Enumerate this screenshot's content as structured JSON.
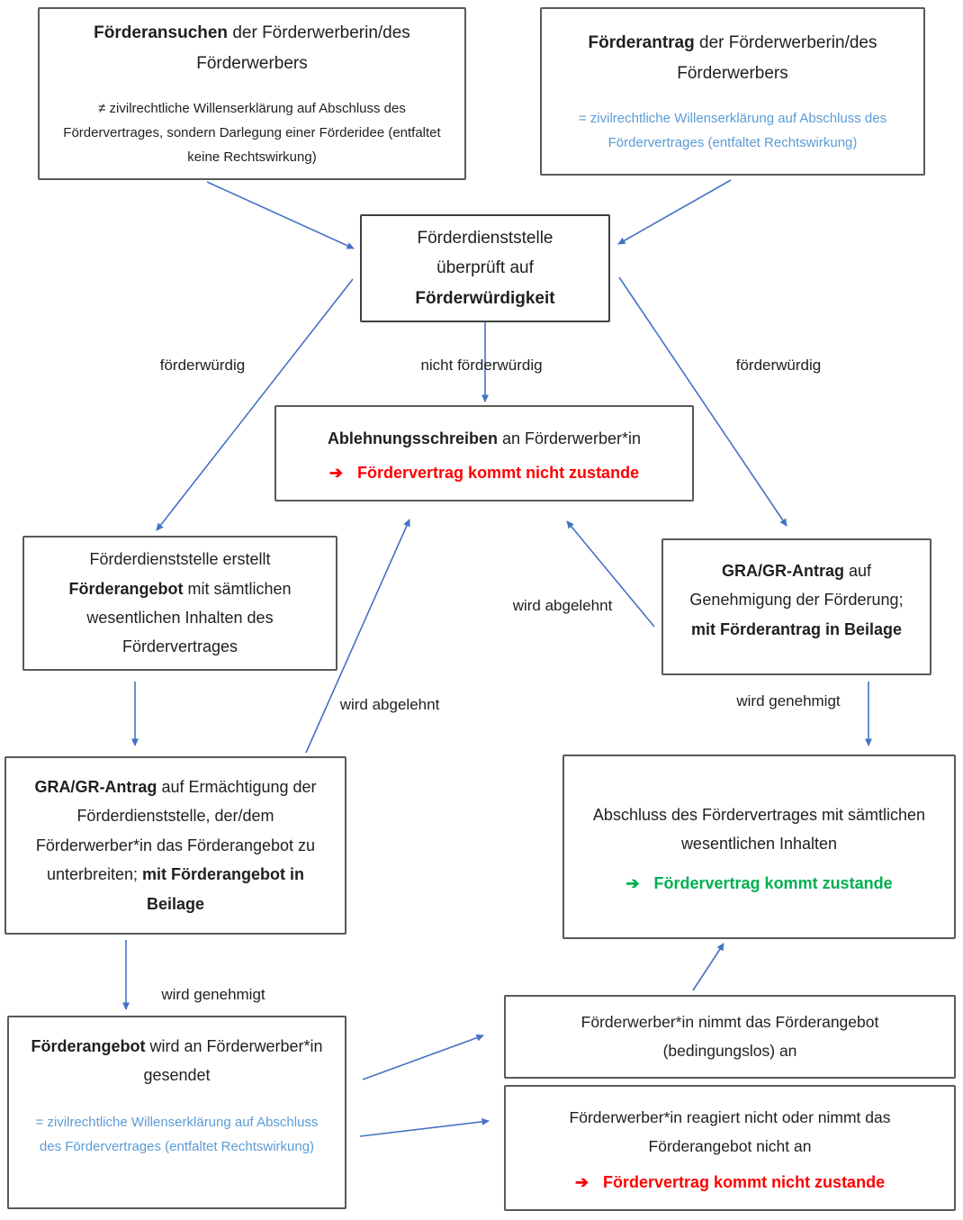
{
  "colors": {
    "arrow_blue": "#4472C4",
    "note_blue": "#5B9BD5",
    "alert_red": "#FF0000",
    "success_green": "#00B050",
    "box_border": "#595959"
  },
  "boxes": {
    "foerderansuchen": {
      "title_bold": "Förderansuchen",
      "title_rest": " der Förderwerberin/des Förderwerbers",
      "note": "≠ zivilrechtliche Willenserklärung auf Abschluss des Fördervertrages, sondern Darlegung einer Förderidee (entfaltet keine Rechtswirkung)"
    },
    "foerderantrag": {
      "title_bold": "Förderantrag",
      "title_rest": " der Förderwerberin/des Förderwerbers",
      "note": "= zivilrechtliche Willenserklärung auf Abschluss des Fördervertrages (entfaltet Rechtswirkung)"
    },
    "pruefung": {
      "line1": "Förderdienststelle",
      "line2": "überprüft auf",
      "line3_bold": "Förderwürdigkeit"
    },
    "ablehnung": {
      "title_bold": "Ablehnungsschreiben",
      "title_rest": " an Förderwerber*in",
      "result_icon": "➔",
      "result_text": "Fördervertrag kommt nicht zustande"
    },
    "angebot_erstellung": {
      "part1": "Förderdienststelle erstellt ",
      "part2_bold": "Förderangebot",
      "part3": " mit sämtlichen wesentlichen Inhalten des Fördervertrages"
    },
    "gra_genehmigung": {
      "part1_bold": "GRA/GR-Antrag",
      "part2": " auf Genehmigung der Förderung; ",
      "part3_bold": "mit Förderantrag in Beilage"
    },
    "gra_ermaechtigung": {
      "part1_bold": "GRA/GR-Antrag",
      "part2": " auf Ermächtigung der Förderdienststelle, der/dem Förderwerber*in das Förderangebot zu unterbreiten; ",
      "part3_bold": "mit Förderangebot in Beilage"
    },
    "abschluss": {
      "text": "Abschluss des Fördervertrages mit sämtlichen wesentlichen Inhalten",
      "result_icon": "➔",
      "result_text": "Fördervertrag kommt zustande"
    },
    "angebot_versand": {
      "title_bold": "Förderangebot",
      "title_rest": " wird an Förderwerber*in gesendet",
      "note": "= zivilrechtliche Willenserklärung auf Abschluss des Fördervertrages (entfaltet Rechtswirkung)"
    },
    "annahme": {
      "text": "Förderwerber*in nimmt das Förderangebot (bedingungslos) an"
    },
    "keine_annahme": {
      "text": "Förderwerber*in reagiert nicht oder nimmt das Förderangebot nicht an",
      "result_icon": "➔",
      "result_text": "Fördervertrag kommt nicht zustande"
    }
  },
  "edge_labels": {
    "foerderwuerdig_left": "förderwürdig",
    "nicht_foerderwuerdig": "nicht förderwürdig",
    "foerderwuerdig_right": "förderwürdig",
    "wird_abgelehnt_right": "wird abgelehnt",
    "wird_abgelehnt_left": "wird abgelehnt",
    "wird_genehmigt_right": "wird genehmigt",
    "wird_genehmigt_left": "wird genehmigt"
  }
}
